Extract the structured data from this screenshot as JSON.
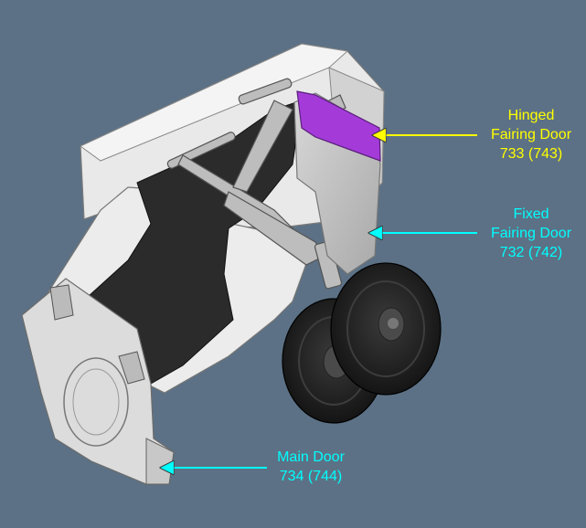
{
  "colors": {
    "background": "#5c7185",
    "hinged_label": "#ffff00",
    "cyan_label": "#00ffff",
    "hinged_door_fill": "#a43bd9",
    "fixed_door_fill": "#c8c8c8",
    "fairing_fill": "#e9e9e9",
    "cavity_fill": "#2b2b2b",
    "tire_fill": "#1c1c1c"
  },
  "labels": {
    "hinged": {
      "line1": "Hinged",
      "line2": "Fairing Door",
      "line3": "733 (743)"
    },
    "fixed": {
      "line1": "Fixed",
      "line2": "Fairing Door",
      "line3": "732 (742)"
    },
    "main": {
      "line1": "Main Door",
      "line2": "734 (744)"
    }
  }
}
